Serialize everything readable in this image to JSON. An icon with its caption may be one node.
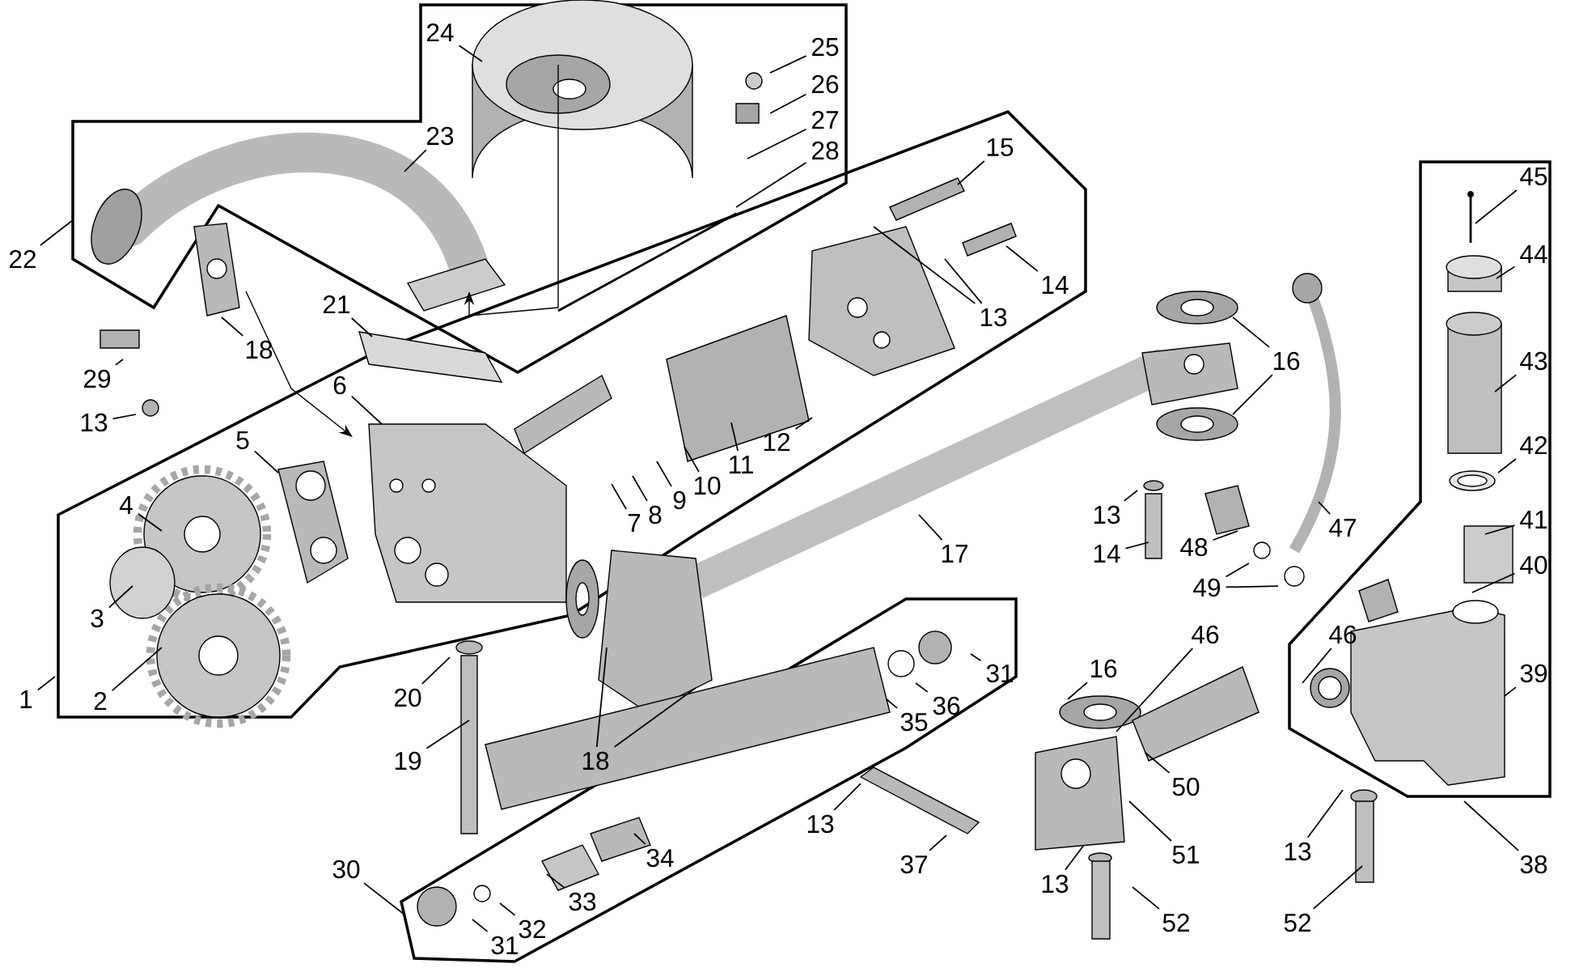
{
  "diagram": {
    "nodes": [
      {
        "text": [
          "1"
        ]
      },
      {
        "text": [
          "2"
        ]
      },
      {
        "text": [
          "3"
        ]
      },
      {
        "text": [
          "4"
        ]
      },
      {
        "text": [
          "5"
        ]
      },
      {
        "text": [
          "6"
        ]
      },
      {
        "text": [
          "7"
        ]
      },
      {
        "text": [
          "8"
        ]
      },
      {
        "text": [
          "9"
        ]
      },
      {
        "text": [
          "10"
        ]
      },
      {
        "text": [
          "11"
        ]
      },
      {
        "text": [
          "12"
        ]
      },
      {
        "text": [
          "13"
        ]
      },
      {
        "text": [
          "13"
        ]
      },
      {
        "text": [
          "14"
        ]
      },
      {
        "text": [
          "15"
        ]
      },
      {
        "text": [
          "16"
        ]
      },
      {
        "text": [
          "17"
        ]
      },
      {
        "text": [
          "13"
        ]
      },
      {
        "text": [
          "14"
        ]
      },
      {
        "text": [
          "18"
        ]
      },
      {
        "text": [
          "18"
        ]
      },
      {
        "text": [
          "19"
        ]
      },
      {
        "text": [
          "20"
        ]
      },
      {
        "text": [
          "21"
        ]
      },
      {
        "text": [
          "22"
        ]
      },
      {
        "text": [
          "23"
        ]
      },
      {
        "text": [
          "24"
        ]
      },
      {
        "text": [
          "25"
        ]
      },
      {
        "text": [
          "26"
        ]
      },
      {
        "text": [
          "27"
        ]
      },
      {
        "text": [
          "28"
        ]
      },
      {
        "text": [
          "29"
        ]
      },
      {
        "text": [
          "30"
        ]
      },
      {
        "text": [
          "31"
        ]
      },
      {
        "text": [
          "31"
        ]
      },
      {
        "text": [
          "32"
        ]
      },
      {
        "text": [
          "33"
        ]
      },
      {
        "text": [
          "34"
        ]
      },
      {
        "text": [
          "35"
        ]
      },
      {
        "text": [
          "36"
        ]
      },
      {
        "text": [
          "37"
        ]
      },
      {
        "text": [
          "38"
        ]
      },
      {
        "text": [
          "39"
        ]
      },
      {
        "text": [
          "40"
        ]
      },
      {
        "text": [
          "41"
        ]
      },
      {
        "text": [
          "42"
        ]
      },
      {
        "text": [
          "43"
        ]
      },
      {
        "text": [
          "44"
        ]
      },
      {
        "text": [
          "45"
        ]
      },
      {
        "text": [
          "46"
        ]
      },
      {
        "text": [
          "46"
        ]
      },
      {
        "text": [
          "47"
        ]
      },
      {
        "text": [
          "48"
        ]
      },
      {
        "text": [
          "49"
        ]
      },
      {
        "text": [
          "50"
        ]
      },
      {
        "text": [
          "51"
        ]
      },
      {
        "text": [
          "52"
        ]
      },
      {
        "text": [
          "13"
        ]
      },
      {
        "text": [
          "13"
        ]
      },
      {
        "text": [
          "52"
        ]
      },
      {
        "text": [
          "13"
        ]
      },
      {
        "text": [
          "16"
        ]
      }
    ],
    "edges": [
      {
        "from": 0,
        "to": null,
        "arrow": "none"
      },
      {
        "from": 1,
        "to": null,
        "arrow": "none"
      },
      {
        "from": 2,
        "to": null,
        "arrow": "none"
      },
      {
        "from": 3,
        "to": null,
        "arrow": "none"
      },
      {
        "from": 4,
        "to": null,
        "arrow": "none"
      },
      {
        "from": 5,
        "to": null,
        "arrow": "none"
      },
      {
        "from": 6,
        "to": null,
        "arrow": "none"
      },
      {
        "from": 7,
        "to": null,
        "arrow": "none"
      },
      {
        "from": 8,
        "to": null,
        "arrow": "none"
      },
      {
        "from": 9,
        "to": null,
        "arrow": "none"
      },
      {
        "from": 10,
        "to": null,
        "arrow": "none"
      },
      {
        "from": 11,
        "to": null,
        "arrow": "none"
      },
      {
        "from": 12,
        "to": null,
        "arrow": "none"
      },
      {
        "from": 13,
        "to": null,
        "arrow": "none"
      },
      {
        "from": 13,
        "to": null,
        "arrow": "none"
      },
      {
        "from": 14,
        "to": null,
        "arrow": "none"
      },
      {
        "from": 15,
        "to": null,
        "arrow": "none"
      },
      {
        "from": 16,
        "to": null,
        "arrow": "none"
      },
      {
        "from": 16,
        "to": null,
        "arrow": "none"
      },
      {
        "from": 17,
        "to": null,
        "arrow": "none"
      },
      {
        "from": 18,
        "to": null,
        "arrow": "none"
      },
      {
        "from": 19,
        "to": null,
        "arrow": "none"
      },
      {
        "from": 20,
        "to": null,
        "arrow": "none"
      },
      {
        "from": 21,
        "to": null,
        "arrow": "none"
      },
      {
        "from": 21,
        "to": null,
        "arrow": "none"
      },
      {
        "from": 22,
        "to": null,
        "arrow": "none"
      },
      {
        "from": 23,
        "to": null,
        "arrow": "none"
      },
      {
        "from": 24,
        "to": null,
        "arrow": "none"
      },
      {
        "from": 25,
        "to": null,
        "arrow": "none"
      },
      {
        "from": 26,
        "to": null,
        "arrow": "none"
      },
      {
        "from": 27,
        "to": null,
        "arrow": "none"
      },
      {
        "from": 28,
        "to": null,
        "arrow": "none"
      },
      {
        "from": 29,
        "to": null,
        "arrow": "none"
      },
      {
        "from": 30,
        "to": null,
        "arrow": "none"
      },
      {
        "from": 31,
        "to": null,
        "arrow": "none"
      },
      {
        "from": 32,
        "to": null,
        "arrow": "none"
      },
      {
        "from": 33,
        "to": null,
        "arrow": "none"
      },
      {
        "from": 34,
        "to": null,
        "arrow": "none"
      },
      {
        "from": 35,
        "to": null,
        "arrow": "none"
      },
      {
        "from": 36,
        "to": null,
        "arrow": "none"
      },
      {
        "from": 37,
        "to": null,
        "arrow": "none"
      },
      {
        "from": 38,
        "to": null,
        "arrow": "none"
      },
      {
        "from": 39,
        "to": null,
        "arrow": "none"
      },
      {
        "from": 40,
        "to": null,
        "arrow": "none"
      },
      {
        "from": 41,
        "to": null,
        "arrow": "none"
      },
      {
        "from": 42,
        "to": null,
        "arrow": "none"
      },
      {
        "from": 43,
        "to": null,
        "arrow": "none"
      },
      {
        "from": 44,
        "to": null,
        "arrow": "none"
      },
      {
        "from": 45,
        "to": null,
        "arrow": "none"
      },
      {
        "from": 46,
        "to": null,
        "arrow": "none"
      },
      {
        "from": 47,
        "to": null,
        "arrow": "none"
      },
      {
        "from": 48,
        "to": null,
        "arrow": "none"
      },
      {
        "from": 49,
        "to": null,
        "arrow": "none"
      },
      {
        "from": 50,
        "to": null,
        "arrow": "none"
      },
      {
        "from": 51,
        "to": null,
        "arrow": "none"
      },
      {
        "from": 52,
        "to": null,
        "arrow": "none"
      },
      {
        "from": 53,
        "to": null,
        "arrow": "none"
      },
      {
        "from": 54,
        "to": null,
        "arrow": "none"
      },
      {
        "from": 54,
        "to": null,
        "arrow": "none"
      },
      {
        "from": 55,
        "to": null,
        "arrow": "none"
      },
      {
        "from": 56,
        "to": null,
        "arrow": "none"
      },
      {
        "from": 57,
        "to": null,
        "arrow": "none"
      },
      {
        "from": 58,
        "to": null,
        "arrow": "none"
      },
      {
        "from": 59,
        "to": null,
        "arrow": "none"
      },
      {
        "from": 60,
        "to": null,
        "arrow": "none"
      },
      {
        "from": 61,
        "to": null,
        "arrow": "none"
      },
      {
        "from": 62,
        "to": null,
        "arrow": "none"
      }
    ]
  }
}
